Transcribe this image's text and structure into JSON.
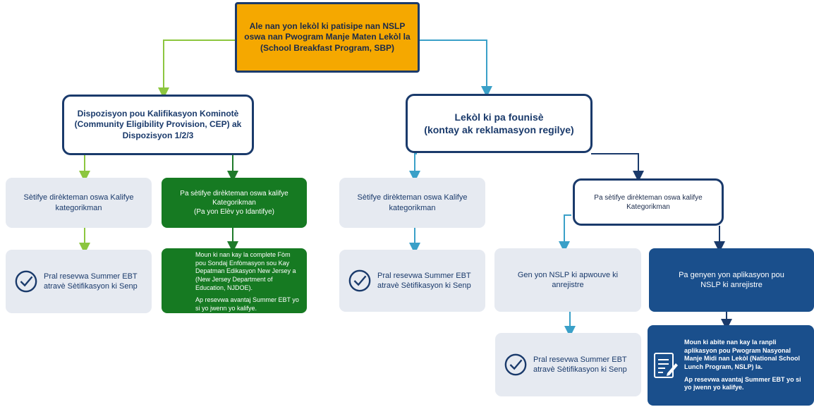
{
  "root": {
    "text": "Ale nan yon lekòl ki patisipe nan NSLP oswa nan Pwogram Manje Maten Lekòl la (School Breakfast Program, SBP)"
  },
  "left_branch": {
    "header": "Dispozisyon pou Kalifikasyon Kominotè (Community Eligibility Provision, CEP) ak Dispozisyon 1/2/3",
    "certified": "Sètifye dirèkteman oswa Kalifye kategorikman",
    "not_certified_line1": "Pa sètifye dirèkteman oswa kalifye Kategorikman",
    "not_certified_line2": "(Pa yon Elèv yo Idantifye)",
    "result_auto": "Pral resevwa Summer EBT atravè Sètifikasyon ki Senp",
    "result_form_line1": "Moun ki nan kay la complete Fòm pou Sondaj Enfòmasyon sou Kay Depatman Edikasyon New Jersey a (New Jersey Department of Education, NJDOE).",
    "result_form_line2": "Ap resevwa avantaj Summer EBT yo si yo jwenn yo kalifye."
  },
  "right_branch": {
    "header_line1": "Lekòl ki pa founisè",
    "header_line2": "(kontay ak reklamasyon regilye)",
    "certified": "Sètifye dirèkteman oswa Kalifye kategorikman",
    "not_certified": "Pa sètifye dirèkteman oswa kalifye Kategorikman",
    "result_auto": "Pral resevwa Summer EBT atravè Sètifikasyon ki Senp",
    "has_application": "Gen yon NSLP ki apwouve ki anrejistre",
    "no_application": "Pa genyen yon aplikasyon pou NSLP ki anrejistre",
    "has_app_result": "Pral resevwa Summer EBT atravè Sètifikasyon ki Senp",
    "no_app_result_line1": "Moun ki abite nan kay la ranpli aplikasyon pou Pwogram Nasyonal Manje Midi nan Lekòl (National School Lunch Program, NSLP) la.",
    "no_app_result_line2": "Ap resevwa avantaj Summer EBT yo si yo jwenn yo kalifye."
  },
  "icons": {
    "check": "check-circle-icon",
    "form": "form-edit-icon"
  },
  "colors": {
    "orange": "#f5a800",
    "navy": "#1a3a6b",
    "green_box": "#167a22",
    "blue_box": "#1a4f8c",
    "grey_box": "#e6eaf1",
    "green_arrow": "#8cc63f",
    "blue_arrow": "#3aa0c8"
  }
}
